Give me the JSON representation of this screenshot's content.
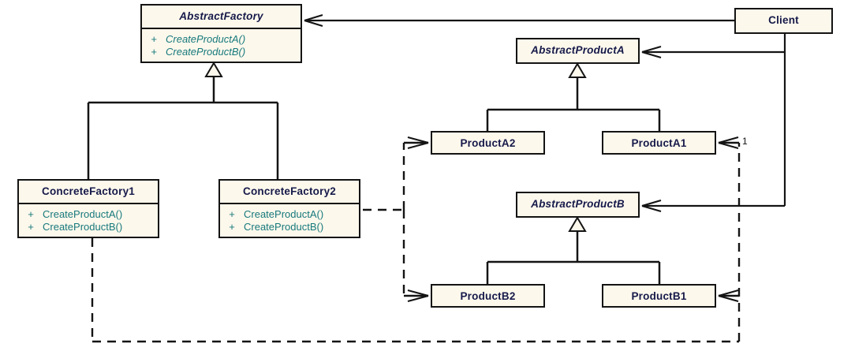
{
  "diagram": {
    "title": "Abstract Factory UML class diagram",
    "colors": {
      "box_fill": "#fdf8ec",
      "box_stroke": "#141414",
      "title_text": "#161a4a",
      "operation_text": "#16797c",
      "background": "#ffffff"
    }
  },
  "classes": {
    "abstract_factory": {
      "name": "AbstractFactory",
      "stereotype": "abstract",
      "operations": [
        {
          "visibility": "+",
          "name": "CreateProductA()"
        },
        {
          "visibility": "+",
          "name": "CreateProductB()"
        }
      ]
    },
    "concrete_factory_1": {
      "name": "ConcreteFactory1",
      "stereotype": "concrete",
      "operations": [
        {
          "visibility": "+",
          "name": "CreateProductA()"
        },
        {
          "visibility": "+",
          "name": "CreateProductB()"
        }
      ]
    },
    "concrete_factory_2": {
      "name": "ConcreteFactory2",
      "stereotype": "concrete",
      "operations": [
        {
          "visibility": "+",
          "name": "CreateProductA()"
        },
        {
          "visibility": "+",
          "name": "CreateProductB()"
        }
      ]
    },
    "abstract_product_a": {
      "name": "AbstractProductA",
      "stereotype": "abstract"
    },
    "abstract_product_b": {
      "name": "AbstractProductB",
      "stereotype": "abstract"
    },
    "product_a1": {
      "name": "ProductA1",
      "stereotype": "concrete"
    },
    "product_a2": {
      "name": "ProductA2",
      "stereotype": "concrete"
    },
    "product_b1": {
      "name": "ProductB1",
      "stereotype": "concrete"
    },
    "product_b2": {
      "name": "ProductB2",
      "stereotype": "concrete"
    },
    "client": {
      "name": "Client",
      "stereotype": "concrete"
    }
  },
  "labels": {
    "product_a1_multiplicity": "1"
  },
  "relationships": [
    {
      "kind": "association",
      "from": "client",
      "to": "abstract_factory",
      "style": "solid",
      "arrow": "open"
    },
    {
      "kind": "association",
      "from": "client",
      "to": "abstract_product_a",
      "style": "solid",
      "arrow": "open"
    },
    {
      "kind": "association",
      "from": "client",
      "to": "abstract_product_b",
      "style": "solid",
      "arrow": "open"
    },
    {
      "kind": "generalization",
      "from": "concrete_factory_1",
      "to": "abstract_factory",
      "style": "solid",
      "arrow": "hollow-triangle"
    },
    {
      "kind": "generalization",
      "from": "concrete_factory_2",
      "to": "abstract_factory",
      "style": "solid",
      "arrow": "hollow-triangle"
    },
    {
      "kind": "generalization",
      "from": "product_a1",
      "to": "abstract_product_a",
      "style": "solid",
      "arrow": "hollow-triangle"
    },
    {
      "kind": "generalization",
      "from": "product_a2",
      "to": "abstract_product_a",
      "style": "solid",
      "arrow": "hollow-triangle"
    },
    {
      "kind": "generalization",
      "from": "product_b1",
      "to": "abstract_product_b",
      "style": "solid",
      "arrow": "hollow-triangle"
    },
    {
      "kind": "generalization",
      "from": "product_b2",
      "to": "abstract_product_b",
      "style": "solid",
      "arrow": "hollow-triangle"
    },
    {
      "kind": "dependency",
      "from": "concrete_factory_1",
      "to": "product_a1",
      "style": "dashed",
      "arrow": "open"
    },
    {
      "kind": "dependency",
      "from": "concrete_factory_1",
      "to": "product_b1",
      "style": "dashed",
      "arrow": "open"
    },
    {
      "kind": "dependency",
      "from": "concrete_factory_2",
      "to": "product_a2",
      "style": "dashed",
      "arrow": "open"
    },
    {
      "kind": "dependency",
      "from": "concrete_factory_2",
      "to": "product_b2",
      "style": "dashed",
      "arrow": "open"
    }
  ]
}
